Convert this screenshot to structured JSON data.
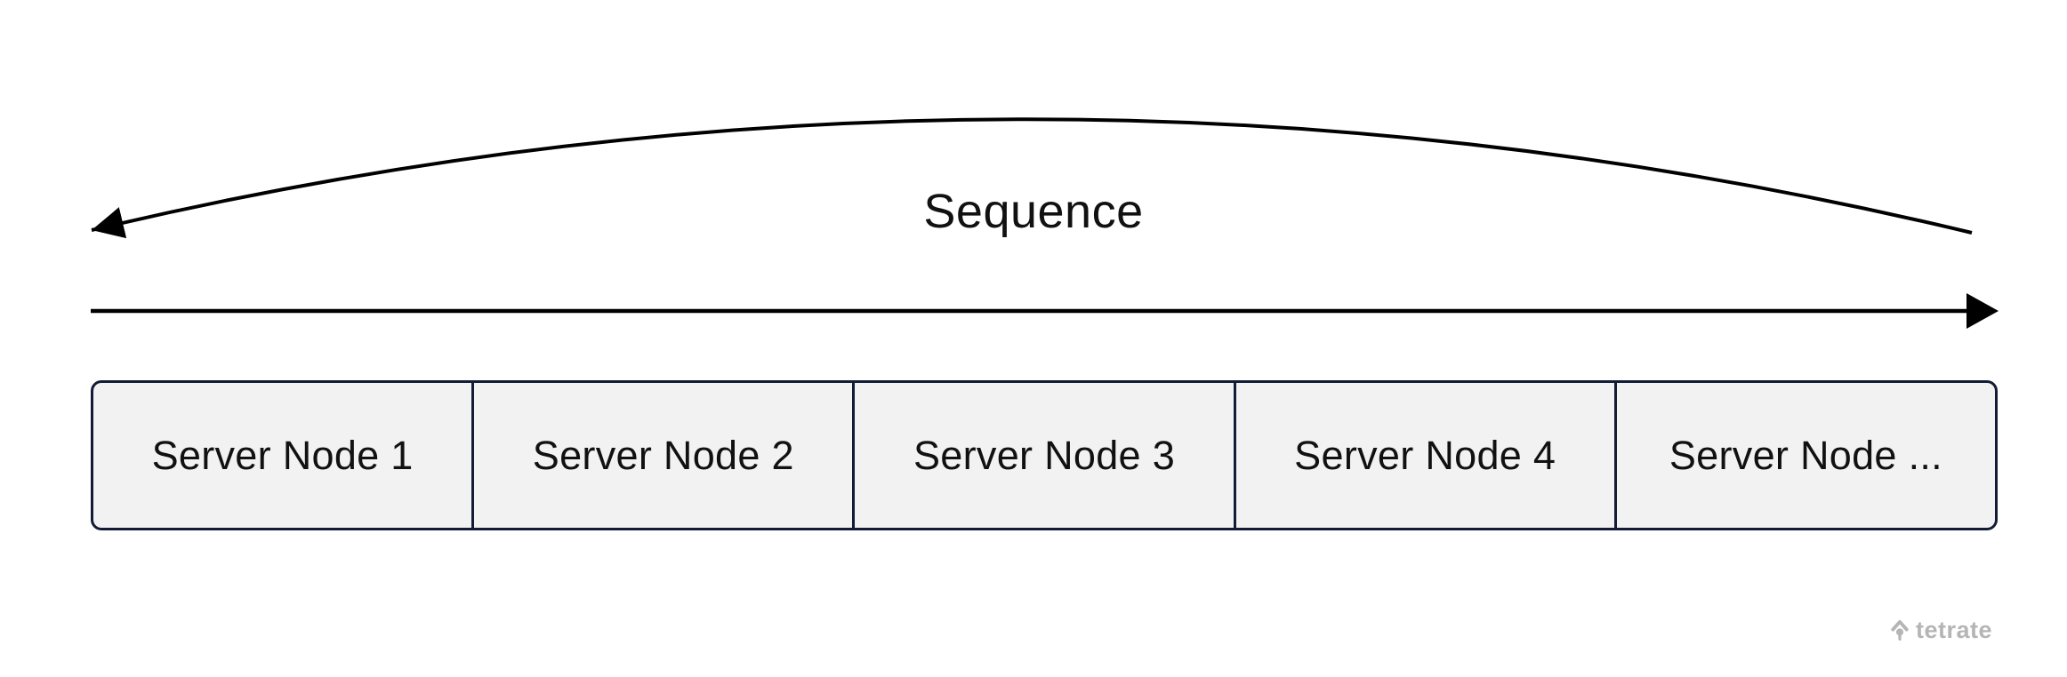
{
  "diagram": {
    "sequence_arrow_label": "Sequence",
    "server_nodes": [
      "Server Node 1",
      "Server Node 2",
      "Server Node 3",
      "Server Node 4",
      "Server Node ..."
    ],
    "arrows": {
      "curved_arrow_direction": "right-to-left",
      "straight_arrow_direction": "left-to-right"
    },
    "branding": {
      "logo_text": "tetrate",
      "logo_icon": "tetrate-up-arrow-icon"
    },
    "colors": {
      "arrow": "#000000",
      "node_fill": "#f2f2f2",
      "node_border": "#131b36",
      "text": "#111111",
      "logo_gray": "#b5b5b5"
    }
  }
}
